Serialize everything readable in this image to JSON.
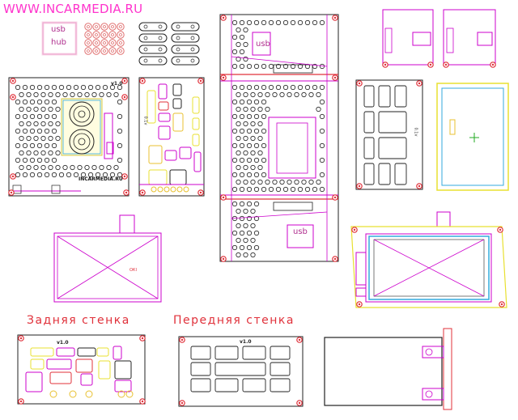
{
  "watermark": "WWW.INCARMEDIA.RU",
  "usb_hub_label_top": "usb",
  "usb_hub_label_bottom": "hub",
  "usb_label_upper": "usb",
  "usb_label_lower": "usb",
  "version_labels": [
    "v1.0",
    "v1.0",
    "v1.0",
    "v1.0"
  ],
  "brand_label": "INCARMEDIA.RU",
  "side_marker_a": "0.1v",
  "side_marker_b": "0.1v",
  "screen_marker": "ОКI",
  "back_panel_title": "Задняя стенка",
  "front_panel_title": "Передняя стенка",
  "colors": {
    "outline": "#222222",
    "magenta": "#cc00cc",
    "red": "#e0303a",
    "yellow": "#e8e030",
    "cyan": "#33aadd",
    "green": "#22aa22"
  }
}
